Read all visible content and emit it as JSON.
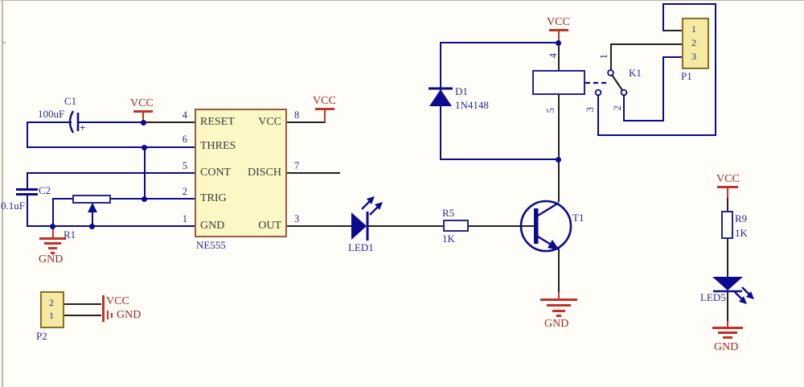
{
  "power": {
    "vcc": "VCC",
    "gnd": "GND"
  },
  "c1": {
    "ref": "C1",
    "value": "100uF",
    "plus": "+"
  },
  "c2": {
    "ref": "C2",
    "value": "0.1uF"
  },
  "r1": {
    "ref": "R1"
  },
  "ic": {
    "name": "NE555",
    "pins": {
      "reset": "RESET",
      "thres": "THRES",
      "cont": "CONT",
      "trig": "TRIG",
      "gnd": "GND",
      "vcc": "VCC",
      "disch": "DISCH",
      "out": "OUT"
    },
    "nums": {
      "p4": "4",
      "p6": "6",
      "p5": "5",
      "p2": "2",
      "p1": "1",
      "p8": "8",
      "p7": "7",
      "p3": "3"
    }
  },
  "led1": {
    "ref": "LED1"
  },
  "r5": {
    "ref": "R5",
    "value": "1K"
  },
  "t1": {
    "ref": "T1"
  },
  "d1": {
    "ref": "D1",
    "value": "1N4148"
  },
  "relay": {
    "pin4": "4",
    "pin5": "5"
  },
  "k1": {
    "ref": "K1",
    "pin1": "1",
    "pin2": "2",
    "pin3": "3"
  },
  "p1": {
    "ref": "P1",
    "pins": [
      "1",
      "2",
      "3"
    ]
  },
  "p2": {
    "ref": "P2",
    "pinTop": "2",
    "pinBottom": "1"
  },
  "r9": {
    "ref": "R9",
    "value": "1K"
  },
  "led5": {
    "ref": "LED5"
  }
}
